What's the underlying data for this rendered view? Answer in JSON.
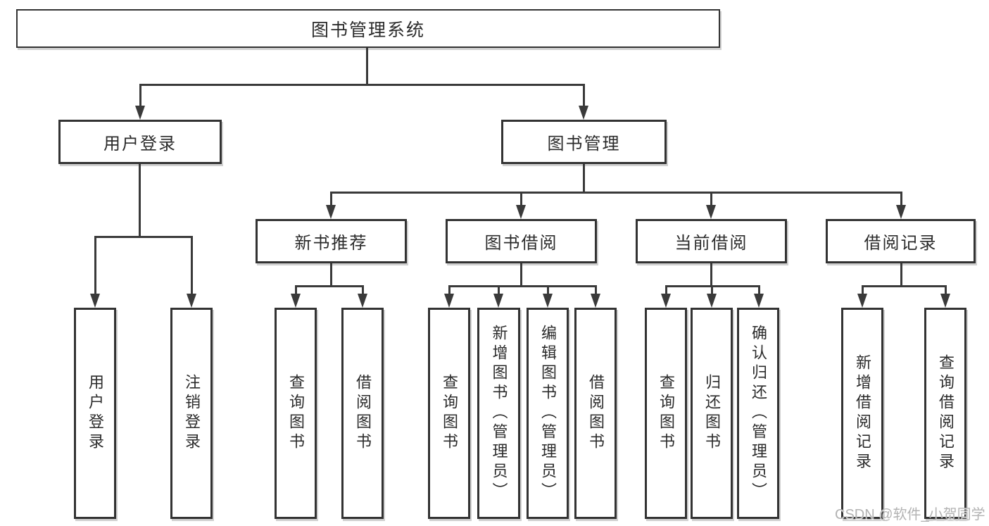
{
  "diagram_type": "hierarchy-tree",
  "watermark": "CSDN @软件_小贺同学",
  "colors": {
    "background": "#ffffff",
    "line": "#3a3a3a",
    "box_border": "#333333",
    "box_fill": "#ffffff",
    "text": "#2b2b2b",
    "watermark": "#b3b3b3"
  },
  "tree": {
    "label": "图书管理系统",
    "children": [
      {
        "label": "用户登录",
        "children": [
          {
            "label": "用户登录"
          },
          {
            "label": "注销登录"
          }
        ]
      },
      {
        "label": "图书管理",
        "children": [
          {
            "label": "新书推荐",
            "children": [
              {
                "label": "查询图书"
              },
              {
                "label": "借阅图书"
              }
            ]
          },
          {
            "label": "图书借阅",
            "children": [
              {
                "label": "查询图书"
              },
              {
                "label": "新增图书（管理员）"
              },
              {
                "label": "编辑图书（管理员）"
              },
              {
                "label": "借阅图书"
              }
            ]
          },
          {
            "label": "当前借阅",
            "children": [
              {
                "label": "查询图书"
              },
              {
                "label": "归还图书"
              },
              {
                "label": "确认归还（管理员）"
              }
            ]
          },
          {
            "label": "借阅记录",
            "children": [
              {
                "label": "新增借阅记录"
              },
              {
                "label": "查询借阅记录"
              }
            ]
          }
        ]
      }
    ]
  }
}
